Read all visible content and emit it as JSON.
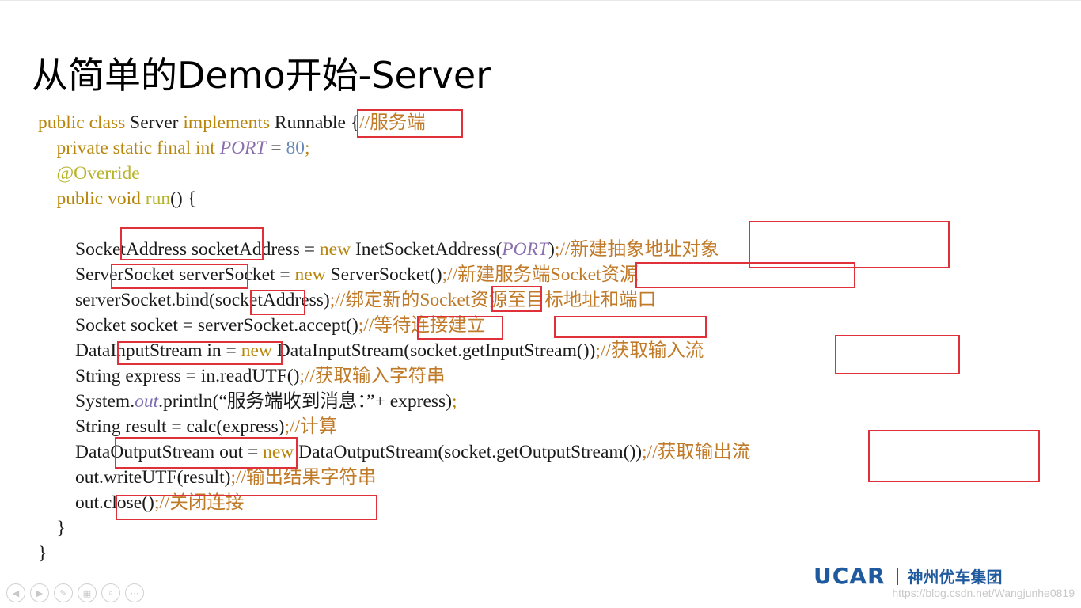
{
  "title": "从简单的Demo开始-Server",
  "code": {
    "l1": {
      "kw1": "public class ",
      "name": "Server ",
      "kw2": "implements ",
      "iface": "Runnable ",
      "brace": "{",
      "cmt": "//服务端"
    },
    "l2": {
      "indent": "    ",
      "kw": "private static final int ",
      "const": "PORT",
      "eq": " = ",
      "num": "80",
      "semi": ";"
    },
    "l3": {
      "indent": "    ",
      "anno": "@Override"
    },
    "l4": {
      "indent": "    ",
      "kw": "public void ",
      "name": "run",
      "rest": "() {"
    },
    "l5": {
      "text": ""
    },
    "l6": {
      "indent": "        ",
      "pre": "SocketAddress socketAddress = ",
      "kw": "new ",
      "mid": "InetSocketAddress(",
      "const": "PORT",
      "close": ")",
      "cmt": ";//新建抽象地址对象"
    },
    "l7": {
      "indent": "        ",
      "pre": "ServerSocket serverSocket = ",
      "kw": "new ",
      "mid": "ServerSocket()",
      "cmt": ";//新建服务端Socket资源"
    },
    "l8": {
      "indent": "        ",
      "pre": "serverSocket.bind(socketAddress)",
      "cmt": ";//绑定新的Socket资源至目标地址和端口"
    },
    "l9": {
      "indent": "        ",
      "pre": "Socket socket = serverSocket.accept()",
      "cmt": ";//等待连接建立"
    },
    "l10": {
      "indent": "        ",
      "pre": "DataInputStream in = ",
      "kw": "new ",
      "mid": "DataInputStream(socket.getInputStream())",
      "cmt": ";//获取输入流"
    },
    "l11": {
      "indent": "        ",
      "pre": "String express = in.readUTF()",
      "cmt": ";//获取输入字符串"
    },
    "l12": {
      "indent": "        ",
      "pre": "System.",
      "static": "out",
      "mid": ".println(“服务端收到消息：”+ express)",
      "cmt": ";"
    },
    "l13": {
      "indent": "        ",
      "pre": "String result = calc(express)",
      "cmt": ";//计算"
    },
    "l14": {
      "indent": "        ",
      "pre": "DataOutputStream out = ",
      "kw": "new ",
      "mid": "DataOutputStream(socket.getOutputStream())",
      "cmt": ";//获取输出流"
    },
    "l15": {
      "indent": "        ",
      "pre": "out.writeUTF(result)",
      "cmt": ";//输出结果字符串"
    },
    "l16": {
      "indent": "        ",
      "pre": "out.close()",
      "cmt": ";//关闭连接"
    },
    "l17": {
      "indent": "    ",
      "text": "}"
    },
    "l18": {
      "text": "}"
    }
  },
  "logo": {
    "en": "UCAR",
    "cn": "神州优车集团"
  },
  "watermark": "https://blog.csdn.net/Wangjunhe0819",
  "nav": [
    "◀",
    "▶",
    "✎",
    "▦",
    "⌕",
    "⋯"
  ]
}
